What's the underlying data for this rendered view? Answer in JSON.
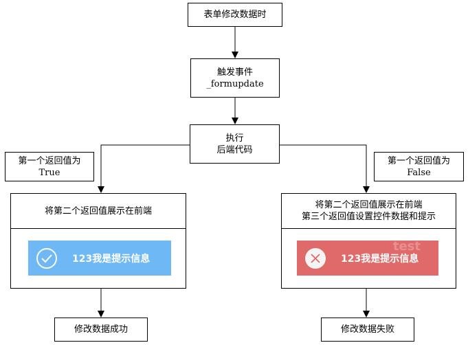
{
  "start": {
    "label": "表单修改数据时"
  },
  "trigger": {
    "line1": "触发事件",
    "line2": "_formupdate"
  },
  "execute": {
    "line1": "执行",
    "line2": "后端代码"
  },
  "true_note": {
    "line1": "第一个返回值为",
    "line2": "True"
  },
  "false_note": {
    "line1": "第一个返回值为",
    "line2": "False"
  },
  "true_panel": {
    "title": "将第二个返回值展示在前端",
    "toast": {
      "message": "123我是提示信息",
      "icon": "check-circle-icon",
      "color": "#6db8f5"
    }
  },
  "false_panel": {
    "title_line1": "将第二个返回值展示在前端",
    "title_line2": "第三个返回值设置控件数据和提示",
    "toast": {
      "message": "123我是提示信息",
      "ghost_text": "test",
      "icon": "close-circle-icon",
      "color": "#e06a6a"
    }
  },
  "success": {
    "label": "修改数据成功"
  },
  "failure": {
    "label": "修改数据失败"
  }
}
